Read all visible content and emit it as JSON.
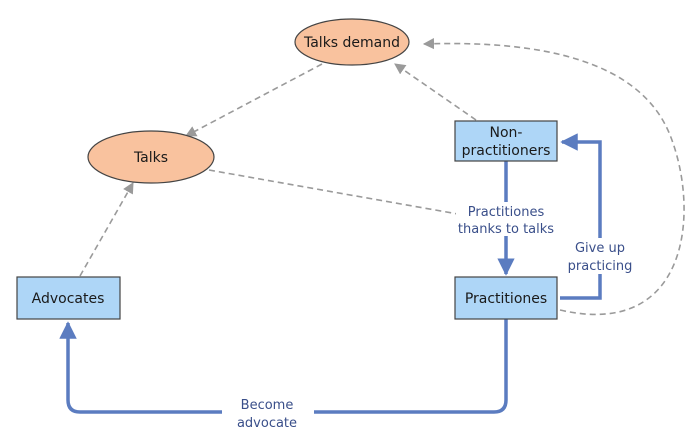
{
  "diagram": {
    "nodes": {
      "talks_demand": {
        "label": "Talks demand",
        "shape": "ellipse",
        "fill": "#f9c29e"
      },
      "talks": {
        "label": "Talks",
        "shape": "ellipse",
        "fill": "#f9c29e"
      },
      "non_practitioners": {
        "label_line1": "Non-",
        "label_line2": "practitioners",
        "shape": "rect",
        "fill": "#aed6f7"
      },
      "practitiones": {
        "label": "Practitiones",
        "shape": "rect",
        "fill": "#aed6f7"
      },
      "advocates": {
        "label": "Advocates",
        "shape": "rect",
        "fill": "#aed6f7"
      }
    },
    "flows": {
      "thanks_to_talks": {
        "line1": "Practitiones",
        "line2": "thanks to talks"
      },
      "give_up": {
        "line1": "Give up",
        "line2": "practicing"
      },
      "become_advocate": {
        "line1": "Become",
        "line2": "advocate"
      }
    },
    "colors": {
      "flow_stroke": "#5b7cc0",
      "link_stroke": "#9a9a9a",
      "flow_text": "#3a4f8a",
      "node_stroke": "#444444"
    }
  }
}
